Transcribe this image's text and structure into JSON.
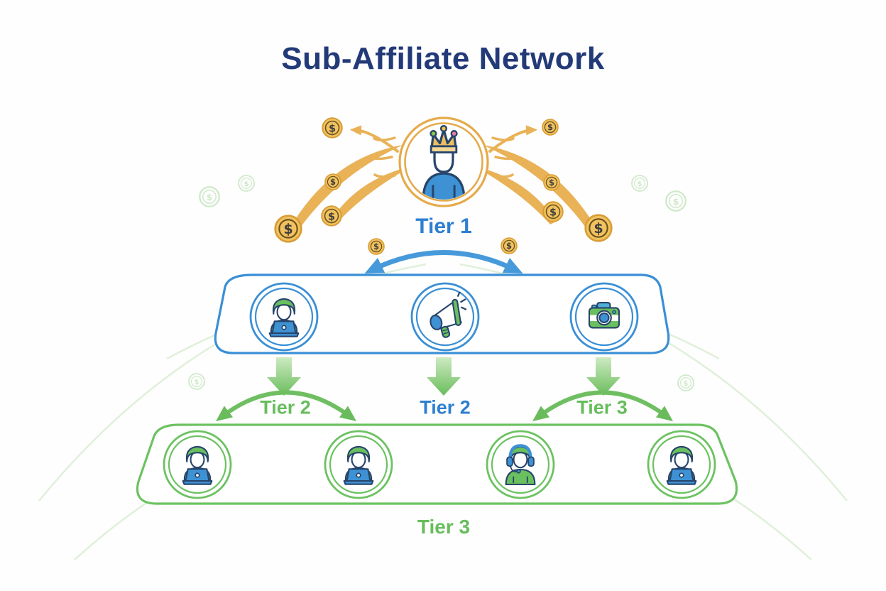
{
  "title": "Sub-Affiliate Network",
  "labels": {
    "tier1": "Tier 1",
    "tier2_left": "Tier 2",
    "tier2_center": "Tier 2",
    "tier3_right": "Tier 3",
    "tier3_bottom": "Tier 3"
  },
  "symbols": {
    "coin": "$"
  },
  "nodes": {
    "top_affiliate": "crown-user",
    "tier1_members": [
      "person-laptop",
      "megaphone",
      "camera"
    ],
    "tier3_members": [
      "person-laptop",
      "person-laptop",
      "headset-agent",
      "person-laptop"
    ]
  },
  "colors": {
    "title_navy": "#233a78",
    "tier_blue": "#2d7fd2",
    "tier_green": "#67bd5c",
    "gold": "#e9b257",
    "coin_fill": "#f2c25f",
    "box_blue_border": "#3a8fd6",
    "box_green_border": "#6cc261",
    "icon_outline_navy": "#27456b",
    "icon_blue_fill": "#3e92d4",
    "icon_green_fill": "#6abf5e"
  }
}
